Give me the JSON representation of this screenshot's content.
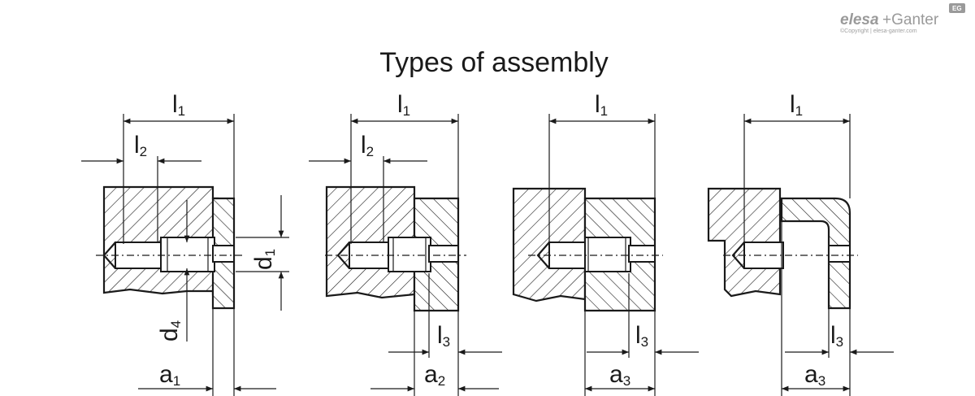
{
  "title": "Types of assembly",
  "brand": {
    "logo_word1": "elesa",
    "logo_word2": "+Ganter",
    "badge": "EG",
    "copyright": "©Copyright | elesa-ganter.com",
    "color": "#9a9a9a"
  },
  "labels": {
    "l": "l",
    "a": "a",
    "d": "d",
    "sub1": "1",
    "sub2": "2",
    "sub3": "3",
    "sub4": "4"
  }
}
